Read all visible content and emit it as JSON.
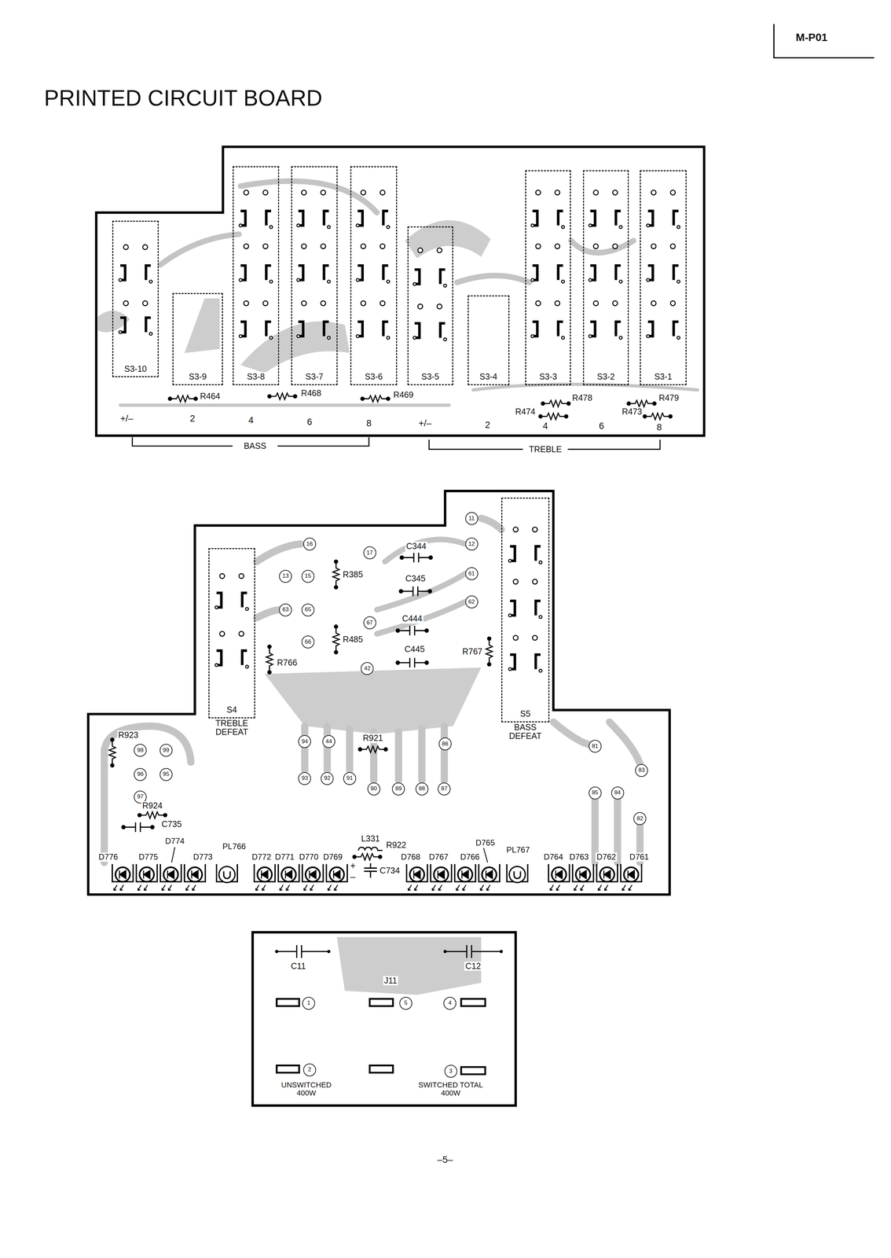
{
  "diagram": {
    "title": "PRINTED CIRCUIT BOARD",
    "nodes": [
      {
        "text": [
          "S3-10"
        ]
      },
      {
        "text": [
          "S3-9"
        ]
      },
      {
        "text": [
          "S3-8"
        ]
      },
      {
        "text": [
          "S3-7"
        ]
      },
      {
        "text": [
          "S3-6"
        ]
      },
      {
        "text": [
          "S3-5"
        ]
      },
      {
        "text": [
          "S3-4"
        ]
      },
      {
        "text": [
          "S3-3"
        ]
      },
      {
        "text": [
          "S3-2"
        ]
      },
      {
        "text": [
          "S3-1"
        ]
      },
      {
        "text": [
          "S4",
          "TREBLE DEFEAT"
        ]
      },
      {
        "text": [
          "S5",
          "BASS DEFEAT"
        ]
      }
    ],
    "labels": [
      "M-P01",
      "R464",
      "R468",
      "R469",
      "R478",
      "R479",
      "R474",
      "R473",
      "+/–",
      "2",
      "4",
      "6",
      "8",
      "+/–",
      "2",
      "4",
      "6",
      "8",
      "BASS",
      "TREBLE",
      "16",
      "17",
      "13",
      "15",
      "11",
      "12",
      "61",
      "62",
      "63",
      "65",
      "67",
      "66",
      "42",
      "94",
      "44",
      "86",
      "98",
      "99",
      "96",
      "95",
      "97",
      "93",
      "92",
      "91",
      "90",
      "89",
      "88",
      "87",
      "81",
      "83",
      "85",
      "84",
      "82",
      "C344",
      "C345",
      "R385",
      "C444",
      "R485",
      "C445",
      "R766",
      "R767",
      "R923",
      "R921",
      "R924",
      "C735",
      "D774",
      "PL766",
      "D765",
      "PL767",
      "L331",
      "R922",
      "C734",
      "+",
      "–",
      "D776",
      "D775",
      "D773",
      "D772",
      "D771",
      "D770",
      "D769",
      "D768",
      "D767",
      "D766",
      "D764",
      "D763",
      "D762",
      "D761",
      "C11",
      "C12",
      "J11",
      "1",
      "5",
      "4",
      "2",
      "3",
      "UNSWITCHED 400W",
      "SWITCHED TOTAL 400W",
      "–5–"
    ]
  }
}
